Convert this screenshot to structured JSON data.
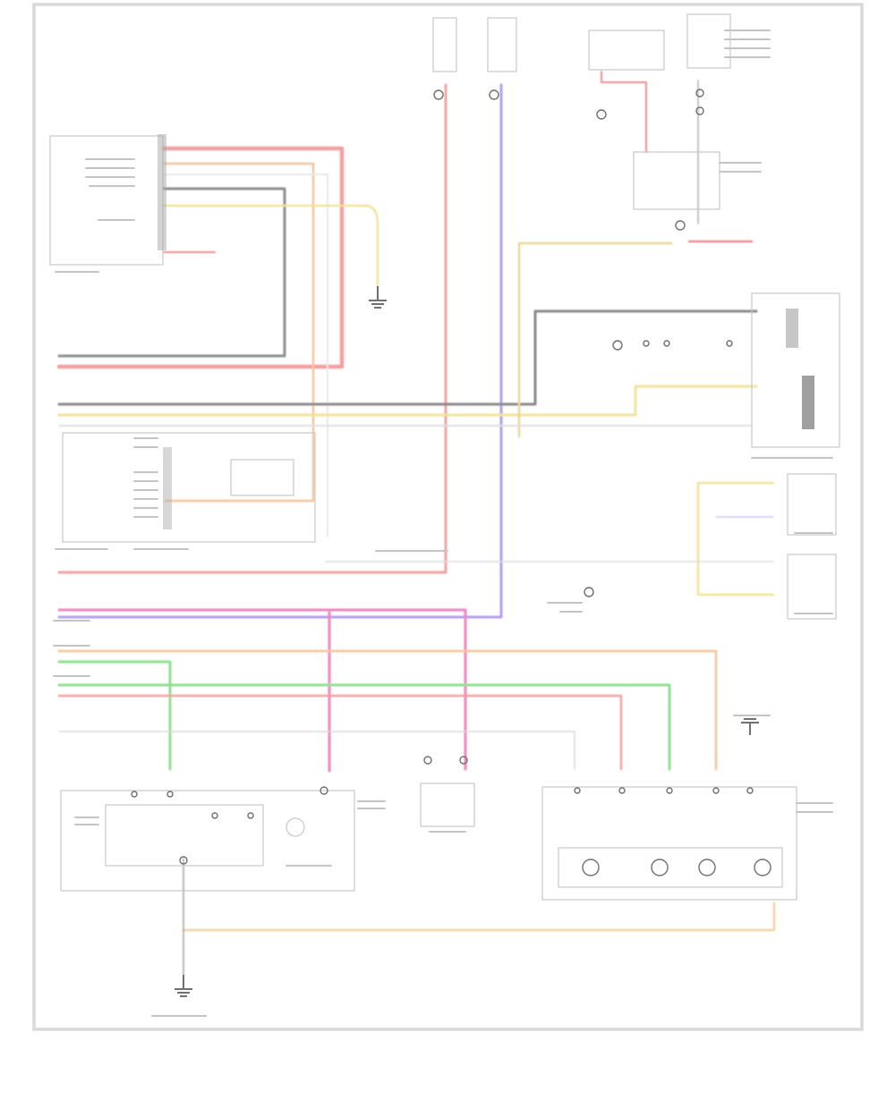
{
  "diagram": {
    "page_id": "",
    "wire_colors": {
      "red": "#f08c8c",
      "pink": "#ec86be",
      "violet": "#a98ce6",
      "yellow": "#f3e39a",
      "green": "#8fe08f",
      "orange": "#f4c49a",
      "gray": "#8e8e8e",
      "light_gray": "#d8d8d8"
    },
    "components": [
      {
        "id": "fuse-top-1"
      },
      {
        "id": "fuse-top-2"
      },
      {
        "id": "relay-top-right"
      },
      {
        "id": "unit-top-right"
      },
      {
        "id": "module-upper-left"
      },
      {
        "id": "module-middle-left"
      },
      {
        "id": "connector-right-upper"
      },
      {
        "id": "connector-right-lower-1"
      },
      {
        "id": "connector-right-lower-2"
      },
      {
        "id": "switch-bottom-left"
      },
      {
        "id": "switch-bottom-center"
      },
      {
        "id": "lamp-panel-bottom-right"
      }
    ],
    "grounds": [
      {
        "id": "ground-upper-center"
      },
      {
        "id": "ground-bottom-left"
      },
      {
        "id": "ground-right-top"
      }
    ]
  }
}
